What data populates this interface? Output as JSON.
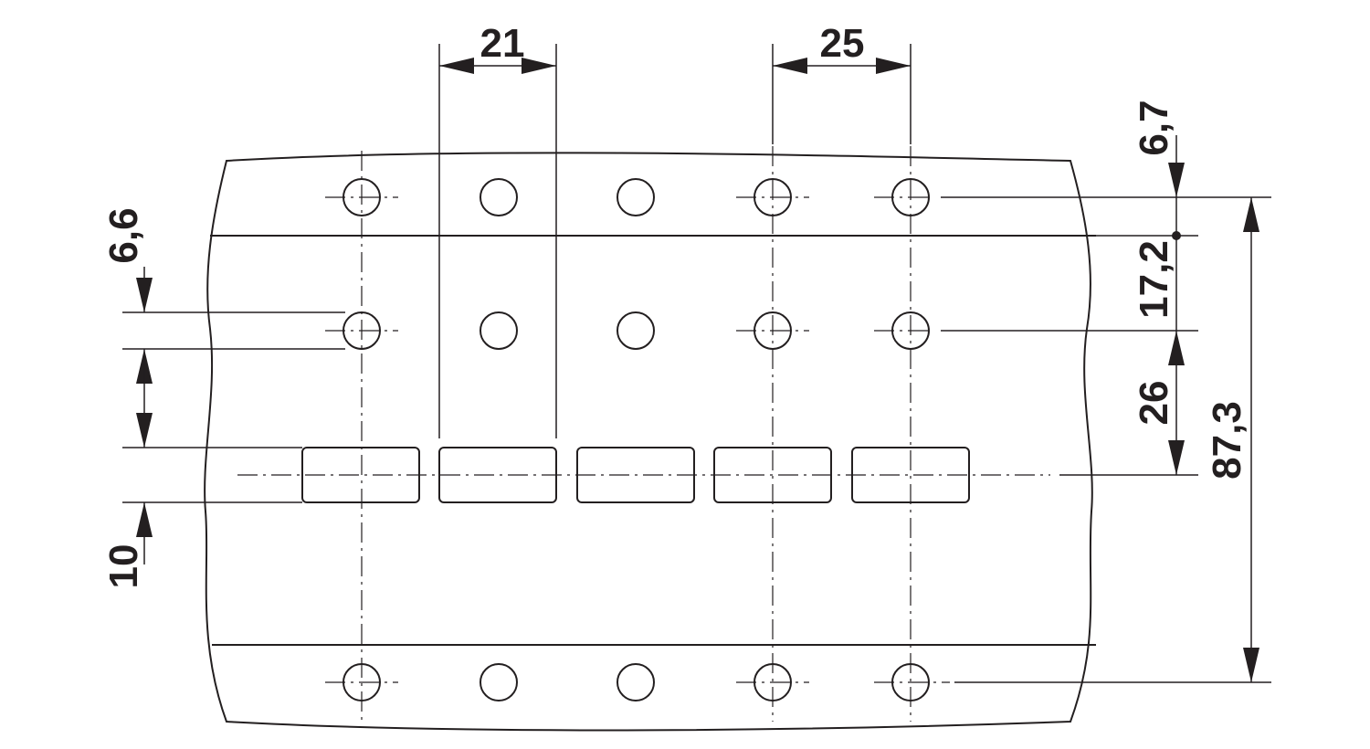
{
  "dimensions": {
    "pitch_left": "21",
    "pitch_right": "25",
    "top_offset": "6,7",
    "row_gap": "17,2",
    "left_offset": "6,6",
    "slot_offset": "26",
    "slot_height": "10",
    "overall_height": "87,3"
  },
  "colors": {
    "ink": "#231f20",
    "background": "#ffffff"
  }
}
